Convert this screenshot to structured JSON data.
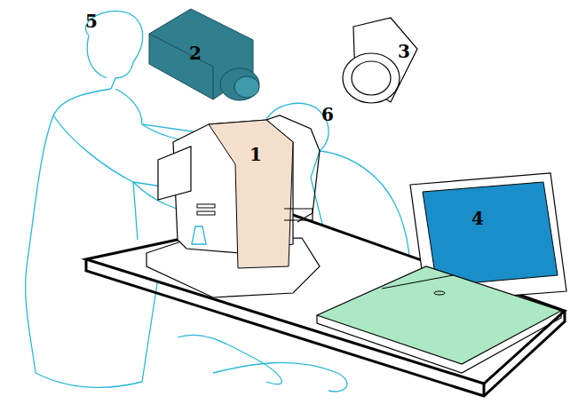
{
  "diagram": {
    "labels": [
      "5",
      "2",
      "3",
      "1",
      "6",
      "4"
    ]
  }
}
